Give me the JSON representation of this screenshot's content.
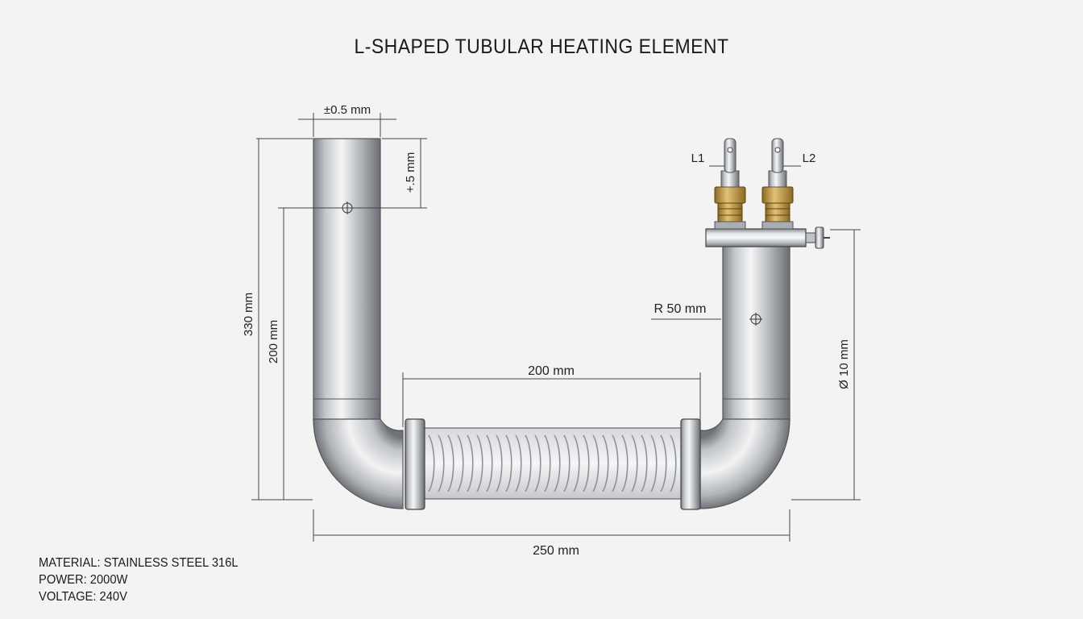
{
  "title": "L-SHAPED TUBULAR HEATING ELEMENT",
  "dimensions": {
    "tolerance_top": "±0.5 mm",
    "tolerance_side": "+.5 mm",
    "overall_height": "330 mm",
    "leg_height": "200 mm",
    "coil_length": "200 mm",
    "overall_length": "250 mm",
    "bend_radius": "R 50 mm",
    "diameter": "Ø 10 mm"
  },
  "terminals": {
    "left": "L1",
    "right": "L2"
  },
  "specs": {
    "material": "MATERIAL: STAINLESS STEEL 316L",
    "power": "POWER: 2000W",
    "voltage": "VOLTAGE: 240V"
  },
  "colors": {
    "steel_light": "#f2f2f2",
    "steel_mid": "#b9bcc0",
    "steel_dark": "#6e7277",
    "brass": "#c9a24a",
    "line": "#333333"
  }
}
